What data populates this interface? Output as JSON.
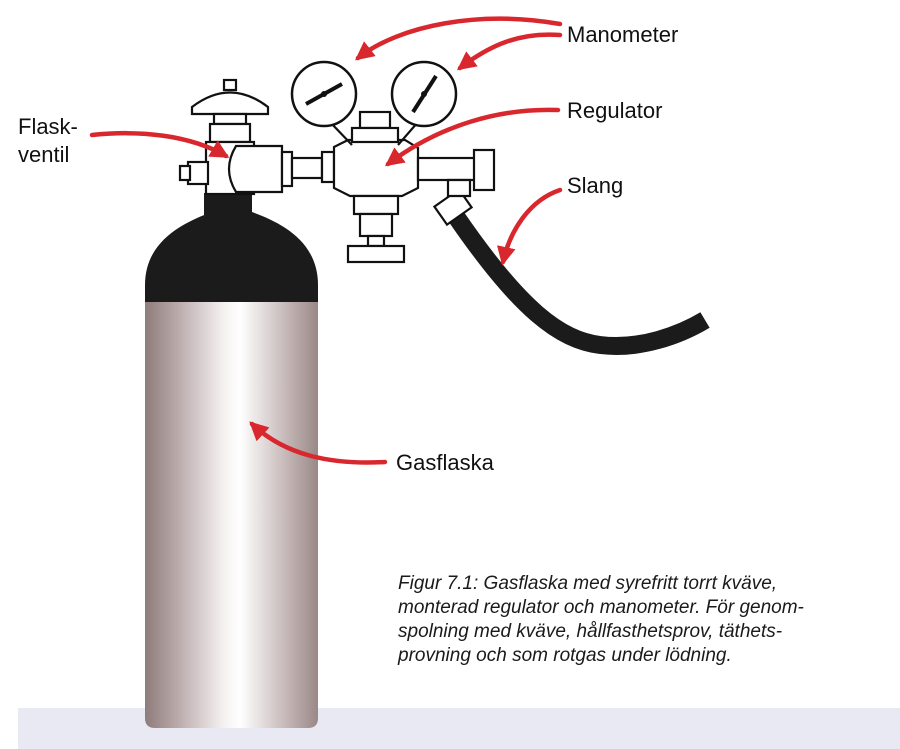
{
  "labels": {
    "manometer": "Manometer",
    "regulator": "Regulator",
    "slang": "Slang",
    "flaskventil_line1": "Flask-",
    "flaskventil_line2": "ventil",
    "gasflaska": "Gasflaska"
  },
  "caption": {
    "line1": "Figur 7.1: Gasflaska med syrefritt torrt kväve,",
    "line2": "monterad regulator och manometer. För genom-",
    "line3": "spolning med kväve, hållfasthetsprov, täthets-",
    "line4": "provning och som rotgas under lödning."
  },
  "colors": {
    "arrow": "#d9272e",
    "cylinder_cap": "#1b1b1b",
    "cylinder_body": "#b9a9a8",
    "hose": "#1b1b1b",
    "floor": "#e9e9f3"
  }
}
